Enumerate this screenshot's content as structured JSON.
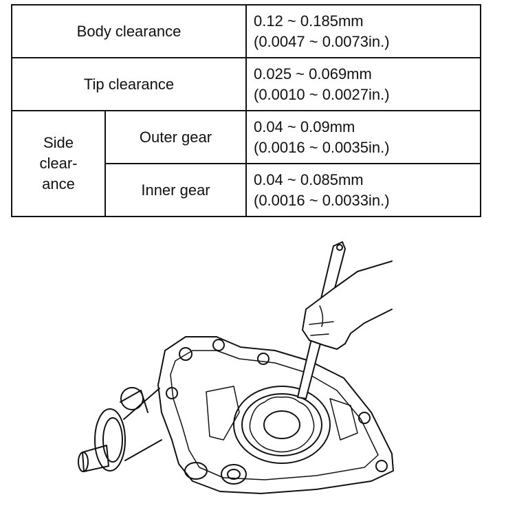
{
  "table": {
    "rows": [
      {
        "label": "Body clearance",
        "value_mm": "0.12 ~ 0.185mm",
        "value_in": "(0.0047 ~ 0.0073in.)"
      },
      {
        "label": "Tip clearance",
        "value_mm": "0.025 ~ 0.069mm",
        "value_in": "(0.0010 ~ 0.0027in.)"
      }
    ],
    "side": {
      "label_lines": [
        "Side",
        "clear-",
        "ance"
      ],
      "outer": {
        "label": "Outer gear",
        "value_mm": "0.04 ~ 0.09mm",
        "value_in": "(0.0016 ~ 0.0035in.)"
      },
      "inner": {
        "label": "Inner gear",
        "value_mm": "0.04 ~ 0.085mm",
        "value_in": "(0.0016 ~ 0.0033in.)"
      }
    }
  },
  "illustration": {
    "subject": "hand-measuring-oil-pump-clearance-with-feeler-gauge",
    "stroke_color": "#111111"
  }
}
